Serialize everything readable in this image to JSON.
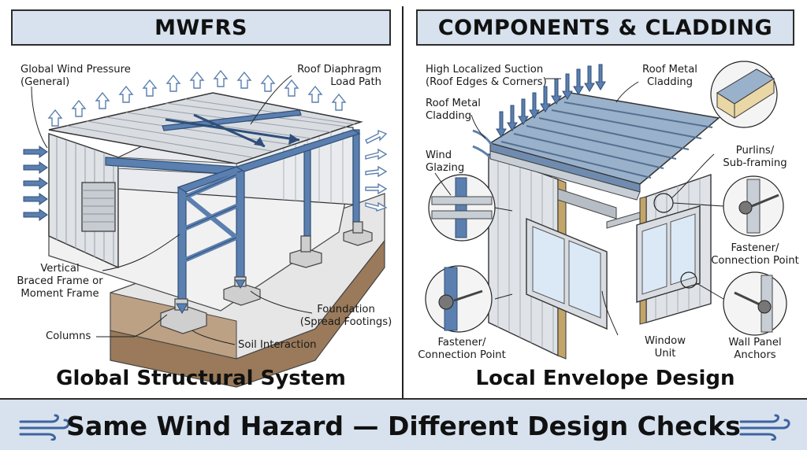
{
  "left": {
    "header": "MWFRS",
    "caption": "Global Structural System",
    "labels": {
      "global_wind_1": "Global Wind Pressure",
      "global_wind_2": "(General)",
      "roof_diaphragm_1": "Roof Diaphragm",
      "roof_diaphragm_2": "Load Path",
      "vertical_1": "Vertical",
      "vertical_2": "Braced Frame or",
      "vertical_3": "Moment Frame",
      "columns": "Columns",
      "foundation_1": "Foundation",
      "foundation_2": "(Spread Footings)",
      "soil": "Soil Interaction"
    }
  },
  "right": {
    "header": "COMPONENTS & CLADDING",
    "caption": "Local Envelope Design",
    "labels": {
      "suction_1": "High Localized Suction",
      "suction_2": "(Roof Edges & Corners)",
      "roof_metal_left_1": "Roof Metal",
      "roof_metal_left_2": "Cladding",
      "roof_metal_right_1": "Roof Metal",
      "roof_metal_right_2": "Cladding",
      "wind_glazing_1": "Wind",
      "wind_glazing_2": "Glazing",
      "purlins_1": "Purlins/",
      "purlins_2": "Sub-framing",
      "fastener_right_1": "Fastener/",
      "fastener_right_2": "Connection Point",
      "fastener_left_1": "Fastener/",
      "fastener_left_2": "Connection Point",
      "window_1": "Window",
      "window_2": "Unit",
      "wall_anchor_1": "Wall Panel",
      "wall_anchor_2": "Anchors"
    }
  },
  "footer": {
    "banner": "Same Wind Hazard — Different Design Checks"
  },
  "icons": {
    "wind": "wind-icon"
  },
  "colors": {
    "steel_blue": "#5b7fae",
    "header_bg": "#d7e2ee",
    "soil": "#9a7a5a",
    "concrete": "#cfcfcf"
  }
}
